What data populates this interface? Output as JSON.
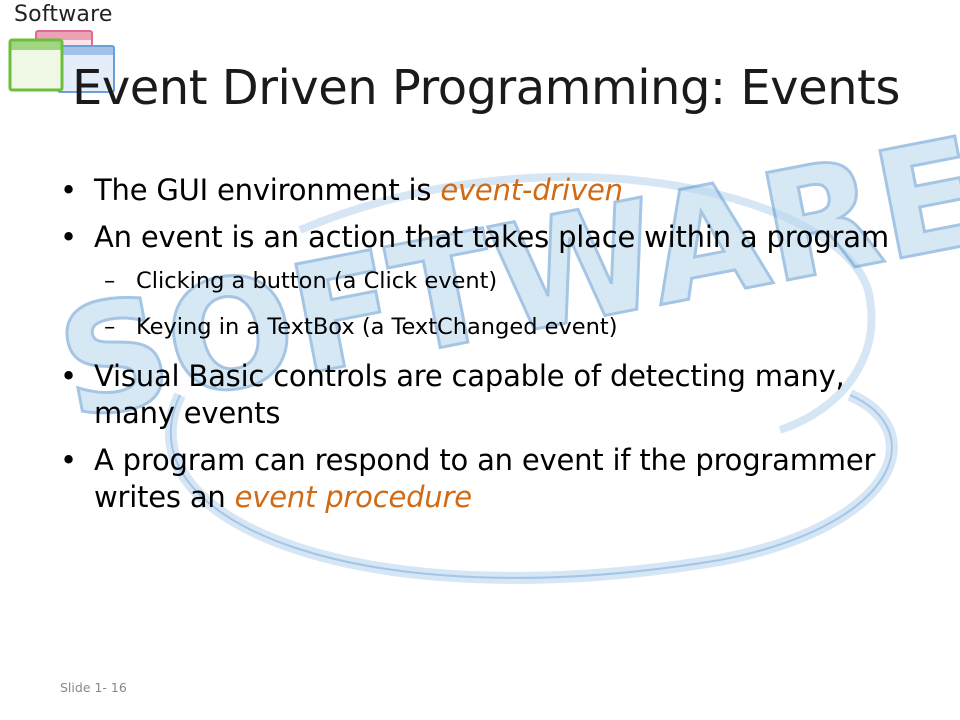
{
  "brand": {
    "word": "Software",
    "watermark_text": "SOFTWARE"
  },
  "title": "Event Driven Programming: Events",
  "colors": {
    "emphasis": "#d06a14",
    "watermark_fill": "#b8d6ee",
    "watermark_stroke": "#5c97cf"
  },
  "bullets": [
    {
      "level": 1,
      "segments": [
        {
          "text": "The GUI environment is "
        },
        {
          "text": "event-driven",
          "em": true
        }
      ]
    },
    {
      "level": 1,
      "segments": [
        {
          "text": "An event is an action that takes place within a program"
        }
      ]
    },
    {
      "level": 2,
      "segments": [
        {
          "text": "Clicking a button (a Click event)"
        }
      ]
    },
    {
      "level": 2,
      "segments": [
        {
          "text": "Keying in a TextBox (a TextChanged event)"
        }
      ]
    },
    {
      "level": 1,
      "segments": [
        {
          "text": "Visual Basic controls are capable of detecting many, many events"
        }
      ]
    },
    {
      "level": 1,
      "segments": [
        {
          "text": "A program can respond to an event if the programmer writes an "
        },
        {
          "text": "event procedure",
          "em": true
        }
      ]
    }
  ],
  "bullet_glyphs": {
    "level1": "•",
    "level2": "–"
  },
  "footer": {
    "slide_number": "Slide 1- 16"
  }
}
